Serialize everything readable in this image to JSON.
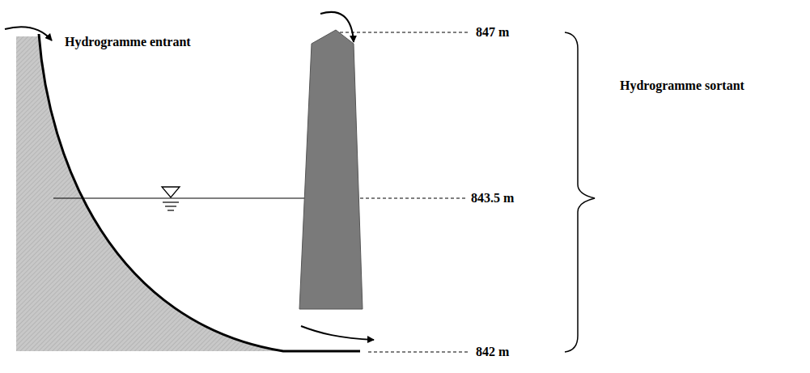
{
  "diagram": {
    "labels": [
      "Hydrogramme entrant",
      "847 m",
      "843.5 m",
      "842 m",
      "Hydrogramme sortant"
    ]
  }
}
